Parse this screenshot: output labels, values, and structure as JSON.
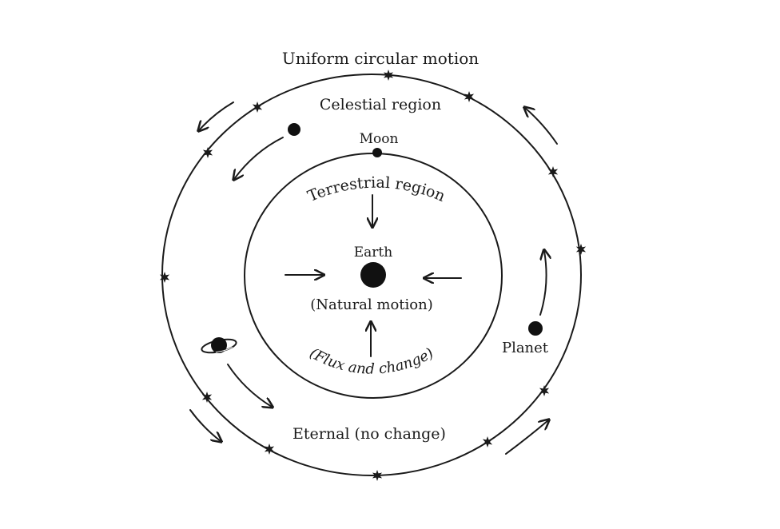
{
  "labels": {
    "uniform_motion": "Uniform circular motion",
    "celestial_region": "Celestial region",
    "moon": "Moon",
    "terrestrial_region": "Terrestrial region",
    "earth": "Earth",
    "natural_motion": "(Natural motion)",
    "flux_change": "(Flux and change)",
    "planet": "Planet",
    "eternal": "Eternal (no change)"
  },
  "colors": {
    "ink": "#1a1a1a",
    "background": "#ffffff"
  }
}
